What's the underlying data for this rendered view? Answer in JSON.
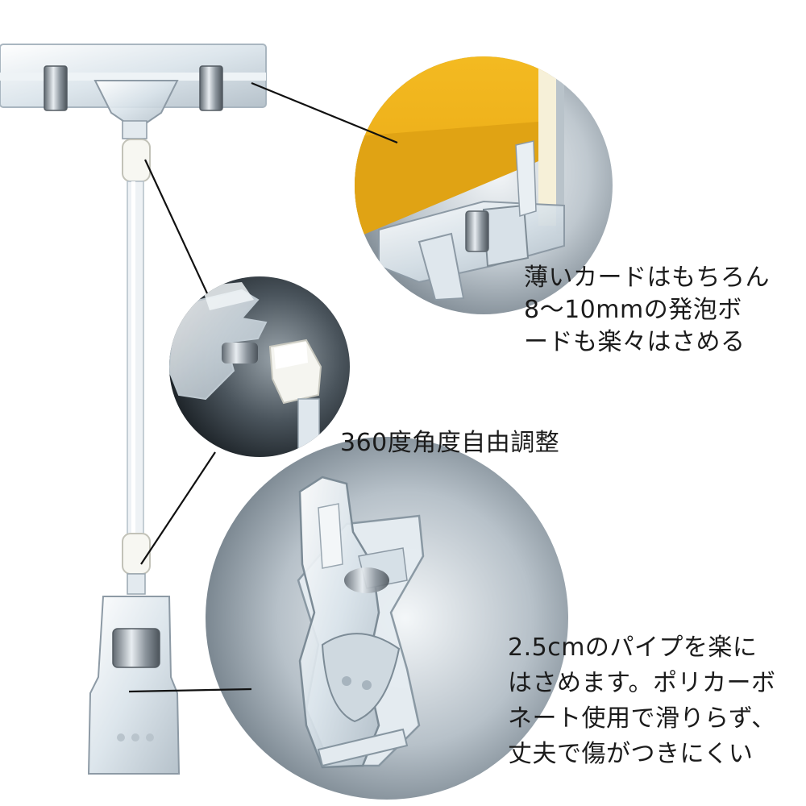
{
  "captions": {
    "card_holder": {
      "lines": [
        "薄いカードはもちろん",
        "8〜10mmの発泡ボ",
        "ードも楽々はさめる"
      ]
    },
    "angle": {
      "text": "360度角度自由調整"
    },
    "clip": {
      "lines": [
        "2.5cmのパイプを楽に",
        "はさめます。ポリカーボ",
        "ネート使用で滑りらず、",
        "丈夫で傷がつきにくい"
      ]
    }
  },
  "colors": {
    "yellow_card": "#f2b51c",
    "clear_plastic": "#e4ecf2",
    "metal": "#9aa3ab",
    "joint": "#f6f6f2",
    "leader_line": "#111111",
    "text": "#1b1b1b"
  },
  "icons": {
    "product": "clip-pole-holder",
    "detail_top": "card-clip-detail",
    "detail_joint": "swivel-joint-detail",
    "detail_clip": "pipe-clip-detail"
  }
}
